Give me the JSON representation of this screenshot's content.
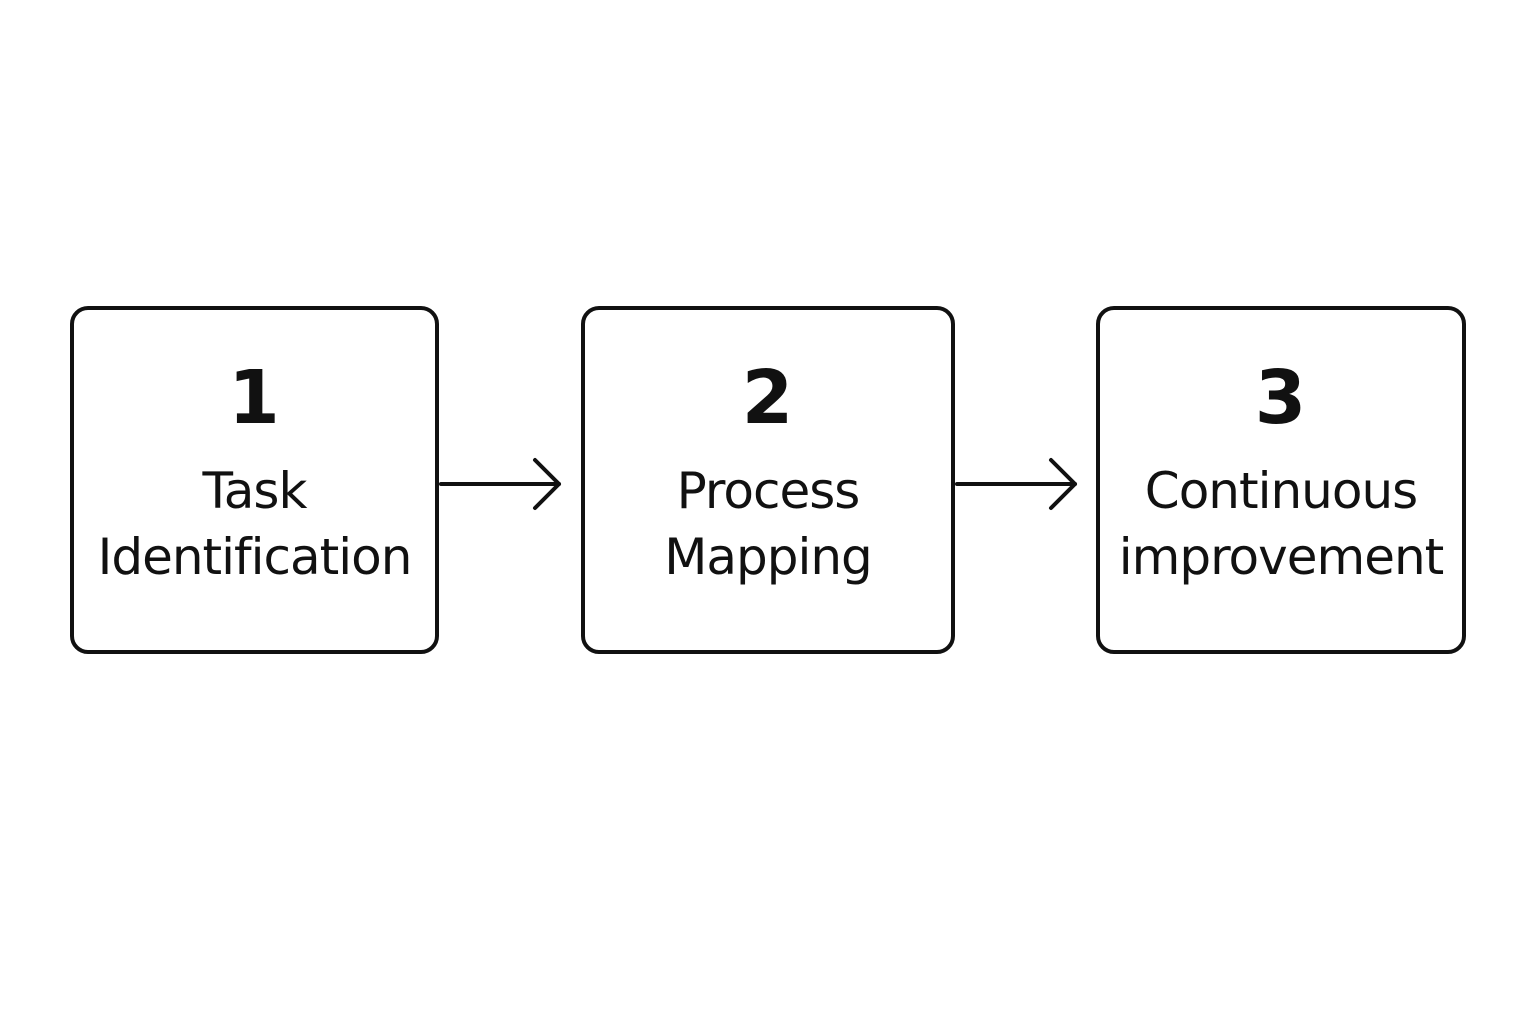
{
  "diagram": {
    "steps": [
      {
        "number": "1",
        "label": "Task\nIdentification"
      },
      {
        "number": "2",
        "label": "Process\nMapping"
      },
      {
        "number": "3",
        "label": "Continuous\nimprovement"
      }
    ],
    "colors": {
      "stroke": "#111111",
      "background": "#ffffff"
    }
  }
}
